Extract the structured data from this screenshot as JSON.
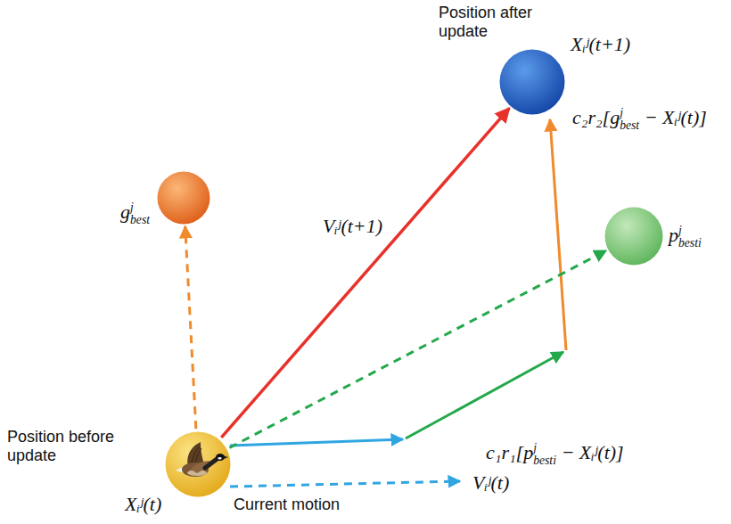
{
  "diagram": {
    "nodes": [
      {
        "text": [
          "Position after update",
          "Xᵢʲ(t+1)"
        ]
      },
      {
        "text": [
          "g",
          "best",
          "j"
        ]
      },
      {
        "text": [
          "p",
          "besti",
          "j"
        ]
      },
      {
        "text": [
          "Position before update",
          "Xᵢʲ(t)"
        ]
      }
    ],
    "edges": [
      {
        "from": 3,
        "to": 1,
        "arrow": "to"
      },
      {
        "from": 3,
        "to": 2,
        "arrow": "to"
      },
      {
        "from": 3,
        "to": 0,
        "label": "Vᵢʲ(t+1)",
        "arrow": "to"
      }
    ],
    "labels": [
      "c₂r₂[g",
      "best",
      "j",
      "− Xᵢʲ(t)]",
      "c₁r₁[p",
      "besti",
      "j",
      "− Xᵢʲ(t)]",
      "Vᵢʲ(t)",
      "Current motion"
    ]
  }
}
